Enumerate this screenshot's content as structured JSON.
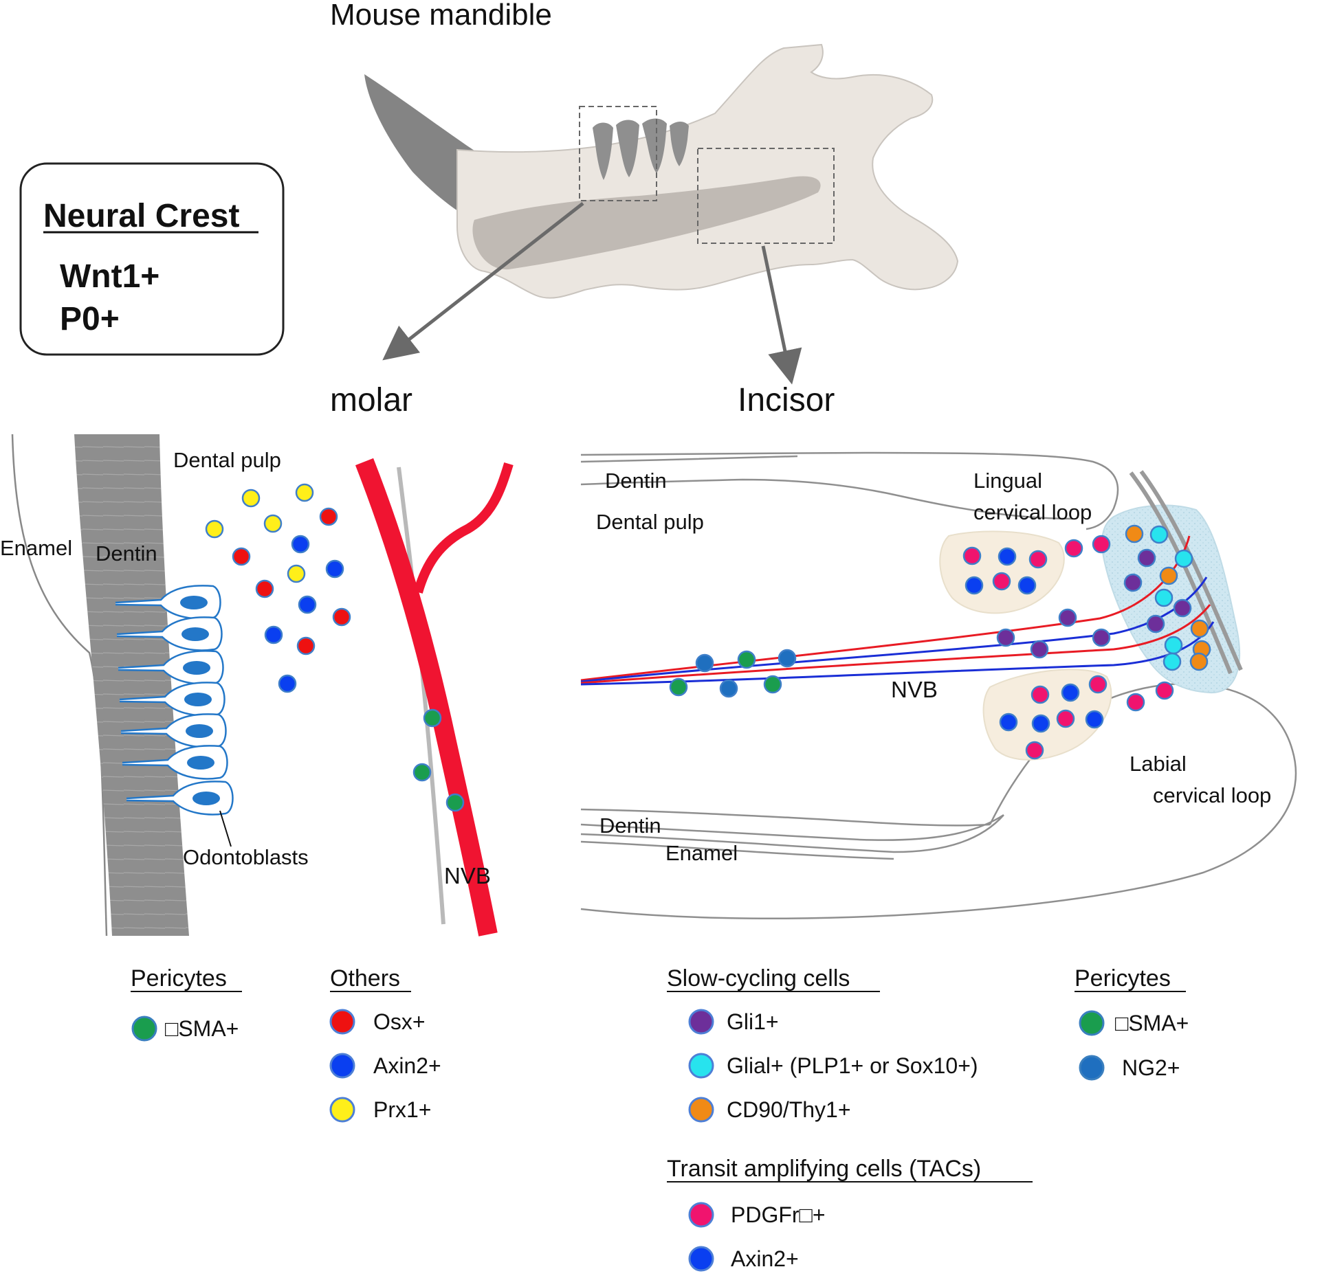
{
  "title": "Mouse mandible",
  "neural_crest": {
    "heading": "Neural Crest",
    "markers": [
      "Wnt1+",
      "P0+"
    ]
  },
  "section_labels": {
    "molar": "molar",
    "incisor": "Incisor"
  },
  "molar": {
    "enamel": "Enamel",
    "dentin": "Dentin",
    "dental_pulp": "Dental pulp",
    "odontoblasts": "Odontoblasts",
    "nvb": "NVB"
  },
  "incisor": {
    "dentin_top": "Dentin",
    "dental_pulp": "Dental pulp",
    "lingual_loop": [
      "Lingual",
      "cervical loop"
    ],
    "labial_loop": [
      "Labial",
      "cervical loop"
    ],
    "nvb": "NVB",
    "dentin_bottom": "Dentin",
    "enamel": "Enamel"
  },
  "legends": {
    "molar_pericytes": {
      "heading": "Pericytes",
      "items": [
        {
          "label": "□SMA+",
          "color": "#1a9d4e"
        }
      ]
    },
    "others": {
      "heading": "Others",
      "items": [
        {
          "label": "Osx+",
          "color": "#ee1111"
        },
        {
          "label": "Axin2+",
          "color": "#0a3ff0"
        },
        {
          "label": "Prx1+",
          "color": "#ffef1a"
        }
      ]
    },
    "slow_cycling": {
      "heading": "Slow-cycling cells",
      "items": [
        {
          "label": "Gli1+",
          "color": "#6d2f9a"
        },
        {
          "label": "Glial+ (PLP1+ or Sox10+)",
          "color": "#27e3ee"
        },
        {
          "label": "CD90/Thy1+",
          "color": "#f08a16"
        }
      ]
    },
    "tacs": {
      "heading": "Transit amplifying cells (TACs)",
      "items": [
        {
          "label": "PDGFr□+",
          "color": "#f0146e"
        },
        {
          "label": "Axin2+",
          "color": "#0a3ff0"
        }
      ]
    },
    "incisor_pericytes": {
      "heading": "Pericytes",
      "items": [
        {
          "label": "□SMA+",
          "color": "#1a9d4e"
        },
        {
          "label": "NG2+",
          "color": "#1f6fbf"
        }
      ]
    }
  },
  "colors": {
    "osx": "#ee1111",
    "axin2": "#0a3ff0",
    "prx1": "#ffef1a",
    "sma": "#1a9d4e",
    "ng2": "#1f6fbf",
    "gli1": "#6d2f9a",
    "glial": "#27e3ee",
    "cd90": "#f08a16",
    "pdgfr": "#f0146e",
    "nvb_red": "#f01431",
    "dentin_gray": "#8c8c8c",
    "bone": "#ebe6e0"
  }
}
